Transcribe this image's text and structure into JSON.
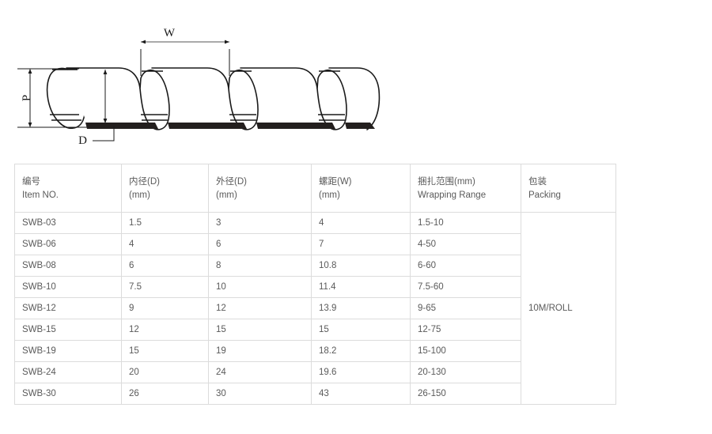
{
  "diagram": {
    "name": "spiral-wrapping-band-cross-section",
    "labels": {
      "pitch_outer": "P",
      "width": "W",
      "thickness": "D"
    }
  },
  "table": {
    "columns": [
      {
        "cn": "编号",
        "en": "Item NO."
      },
      {
        "cn": "内径(D)",
        "en": "(mm)"
      },
      {
        "cn": "外径(D)",
        "en": "(mm)"
      },
      {
        "cn": "螺距(W)",
        "en": "(mm)"
      },
      {
        "cn": "捆扎范围(mm)",
        "en": "Wrapping Range"
      },
      {
        "cn": "包装",
        "en": "Packing"
      }
    ],
    "rows": [
      {
        "item": "SWB-03",
        "inner": "1.5",
        "outer": "3",
        "pitch": "4",
        "range": "1.5-10"
      },
      {
        "item": "SWB-06",
        "inner": "4",
        "outer": "6",
        "pitch": "7",
        "range": "4-50"
      },
      {
        "item": "SWB-08",
        "inner": "6",
        "outer": "8",
        "pitch": "10.8",
        "range": "6-60"
      },
      {
        "item": "SWB-10",
        "inner": "7.5",
        "outer": "10",
        "pitch": "11.4",
        "range": "7.5-60"
      },
      {
        "item": "SWB-12",
        "inner": "9",
        "outer": "12",
        "pitch": "13.9",
        "range": "9-65"
      },
      {
        "item": "SWB-15",
        "inner": "12",
        "outer": "15",
        "pitch": "15",
        "range": "12-75"
      },
      {
        "item": "SWB-19",
        "inner": "15",
        "outer": "19",
        "pitch": "18.2",
        "range": "15-100"
      },
      {
        "item": "SWB-24",
        "inner": "20",
        "outer": "24",
        "pitch": "19.6",
        "range": "20-130"
      },
      {
        "item": "SWB-30",
        "inner": "26",
        "outer": "30",
        "pitch": "43",
        "range": "26-150"
      }
    ],
    "packing_value": "10M/ROLL"
  },
  "colors": {
    "border": "#dcdcdc",
    "text": "#5a5a5a",
    "diagram_stroke": "#1a1a1a",
    "background": "#ffffff"
  }
}
